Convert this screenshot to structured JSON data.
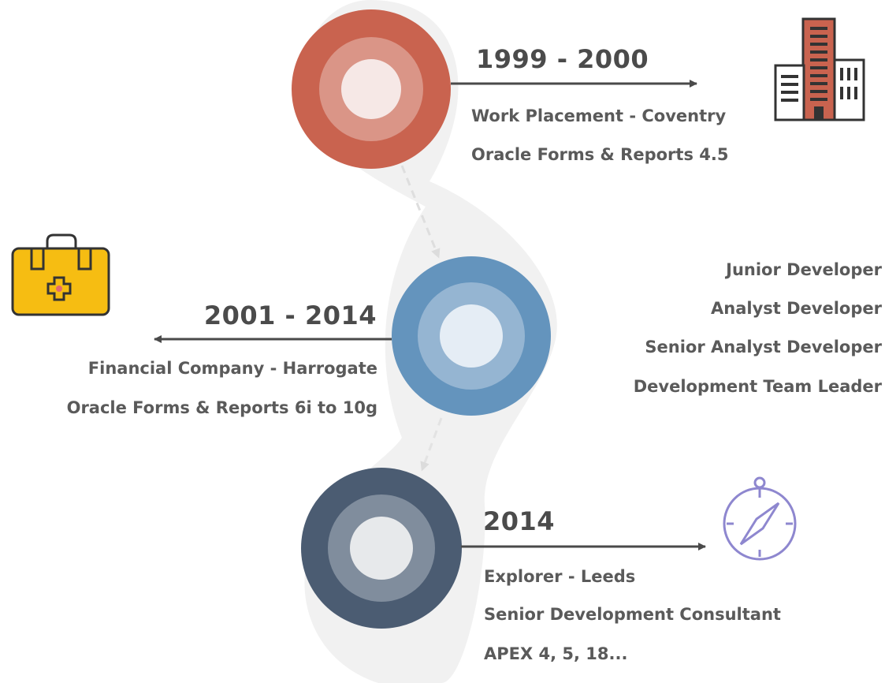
{
  "colors": {
    "background": "#ffffff",
    "path": "#f1f1f1",
    "text": "#585858",
    "milestone_1": "#c9634f",
    "milestone_2": "#6494bd",
    "milestone_3": "#4b5c72",
    "building": "#c9634f",
    "briefcase": "#f6bd12",
    "compass": "#8e87cf"
  },
  "milestones": [
    {
      "year": "1999 - 2000",
      "lines": [
        "Work Placement - Coventry",
        "Oracle Forms & Reports 4.5"
      ],
      "icon": "office-building-icon"
    },
    {
      "year": "2001 - 2014",
      "lines": [
        "Financial Company - Harrogate",
        "Oracle Forms & Reports 6i to 10g"
      ],
      "roles": [
        "Junior Developer",
        "Analyst Developer",
        "Senior Analyst Developer",
        "Development Team Leader"
      ],
      "icon": "briefcase-icon"
    },
    {
      "year": "2014",
      "lines": [
        "Explorer - Leeds",
        "Senior Development Consultant",
        "APEX 4, 5, 18..."
      ],
      "icon": "compass-icon"
    }
  ]
}
